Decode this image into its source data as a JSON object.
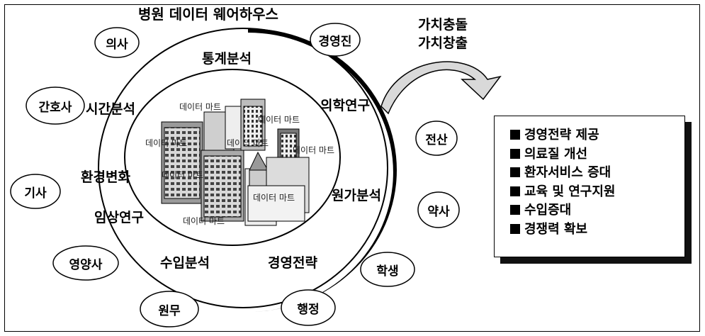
{
  "title": "병원 데이터 웨어하우스",
  "ring_labels": {
    "stats": "통계분석",
    "time": "시간분석",
    "medical": "의학연구",
    "environment": "환경변화",
    "cost": "원가분석",
    "clinical": "임상연구",
    "revenue_analysis": "수입분석",
    "strategy": "경영전략"
  },
  "data_mart_label": "데이터 마트",
  "roles": {
    "doctor": "의사",
    "executive": "경영진",
    "nurse": "간호사",
    "it": "전산",
    "technician": "기사",
    "pharmacist": "약사",
    "dietitian": "영양사",
    "student": "학생",
    "records": "원무",
    "admin": "행정"
  },
  "value_label": [
    "가치충돌",
    "가치창출"
  ],
  "benefits": [
    "경영전략 제공",
    "의료질 개선",
    "환자서비스 증대",
    "교육 및 연구지원",
    "수입증대",
    "경쟁력 확보"
  ],
  "colors": {
    "ink": "#000000",
    "arrow_fill": "#d9d9d9"
  }
}
